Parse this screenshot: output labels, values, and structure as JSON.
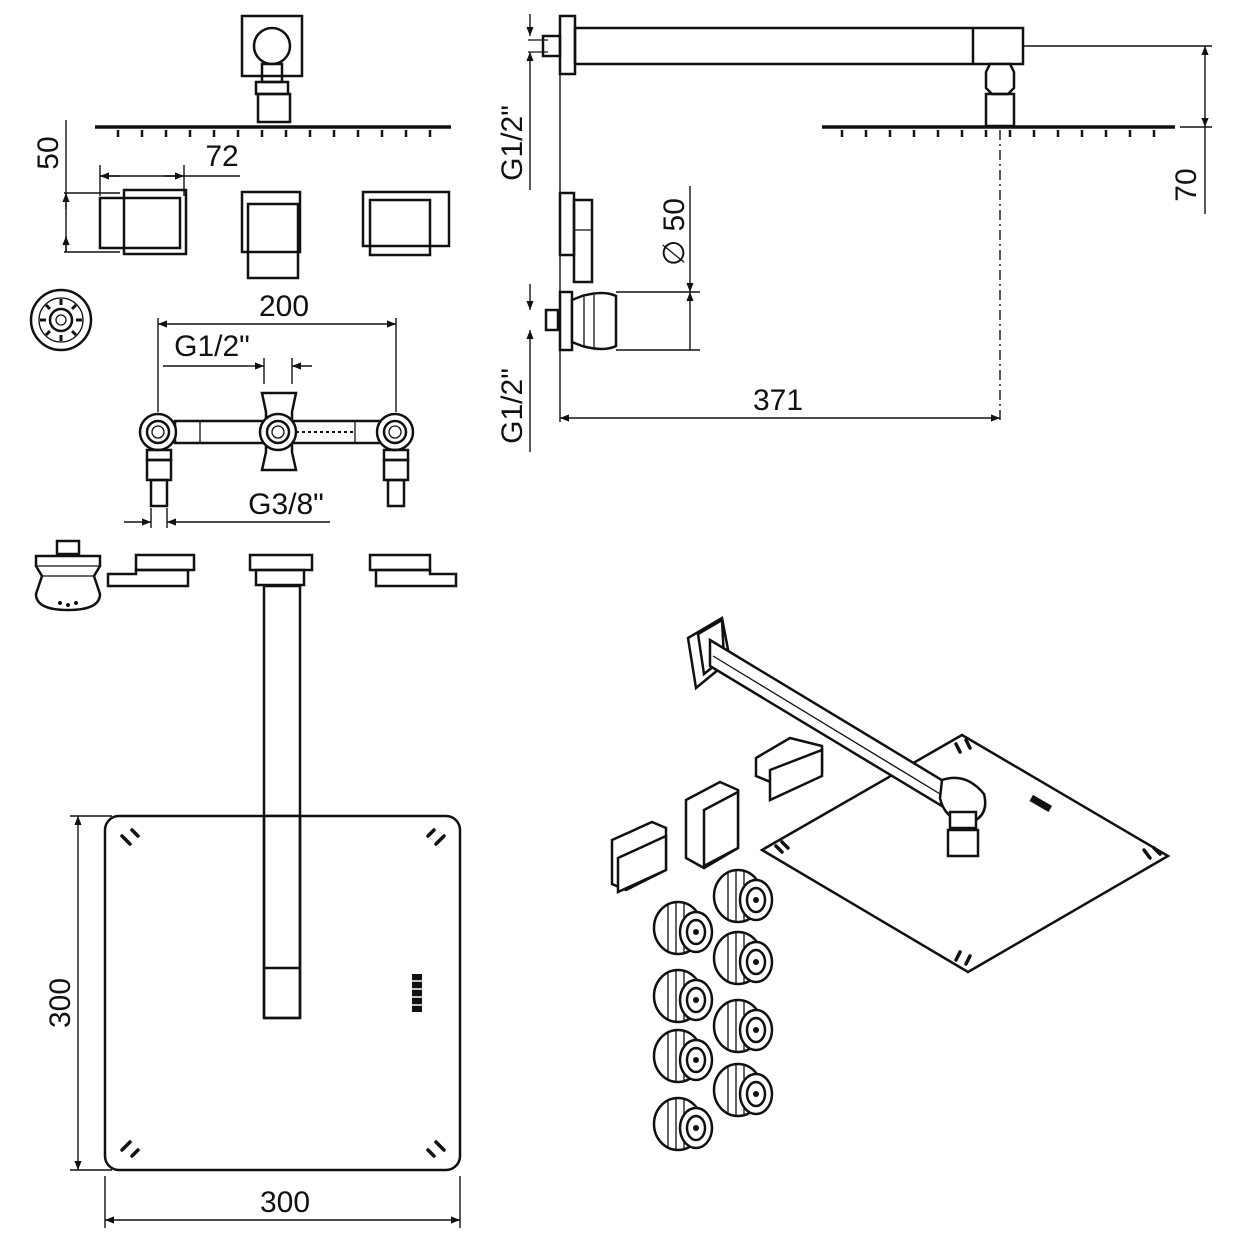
{
  "dimensions": {
    "wall_plate_height": "50",
    "handle_spacing": "72",
    "mixer_width": "200",
    "inlet_thread_top": "G1/2\"",
    "outlet_thread": "G3/8\"",
    "shower_head_width": "300",
    "shower_head_depth": "300",
    "arm_inlet_thread": "G1/2\"",
    "jet_inlet_thread": "G1/2\"",
    "jet_diameter": "∅ 50",
    "arm_projection": "371",
    "head_drop": "70"
  },
  "colors": {
    "line": "#111111",
    "background": "#ffffff"
  },
  "icons": [
    "shower-head-icon",
    "shower-arm-icon",
    "body-jet-icon",
    "valve-handle-icon",
    "mixer-valve-icon",
    "wall-flange-icon"
  ]
}
